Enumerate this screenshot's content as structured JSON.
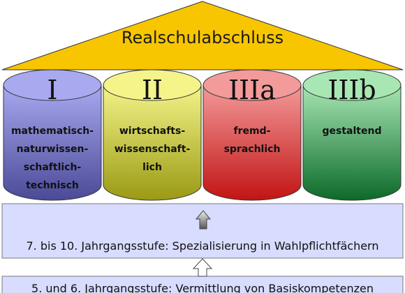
{
  "roof": {
    "title": "Realschulabschluss",
    "color": "#f7c600"
  },
  "pillars": [
    {
      "numeral": "I",
      "lines": [
        "mathematisch-",
        "naturwissen-",
        "schaftlich-",
        "technisch"
      ],
      "color_top": "#a9a9f0",
      "color_bottom": "#4a4a98"
    },
    {
      "numeral": "II",
      "lines": [
        "wirtschafts-",
        "wissenschaft-",
        "lich"
      ],
      "color_top": "#f4f48a",
      "color_bottom": "#9a9a14"
    },
    {
      "numeral": "IIIa",
      "lines": [
        "fremd-",
        "sprachlich"
      ],
      "color_top": "#f39a9a",
      "color_bottom": "#c21414"
    },
    {
      "numeral": "IIIb",
      "lines": [
        "gestaltend"
      ],
      "color_top": "#a8e6b4",
      "color_bottom": "#0c6a2a"
    }
  ],
  "levels": [
    {
      "text": "7. bis 10. Jahrgangsstufe: Spezialisierung in Wahlpflichtfächern",
      "color": "#d8dcff"
    },
    {
      "text": "5. und 6. Jahrgangsstufe: Vermittlung von Basiskompetenzen",
      "color": "#d8dcff"
    }
  ]
}
